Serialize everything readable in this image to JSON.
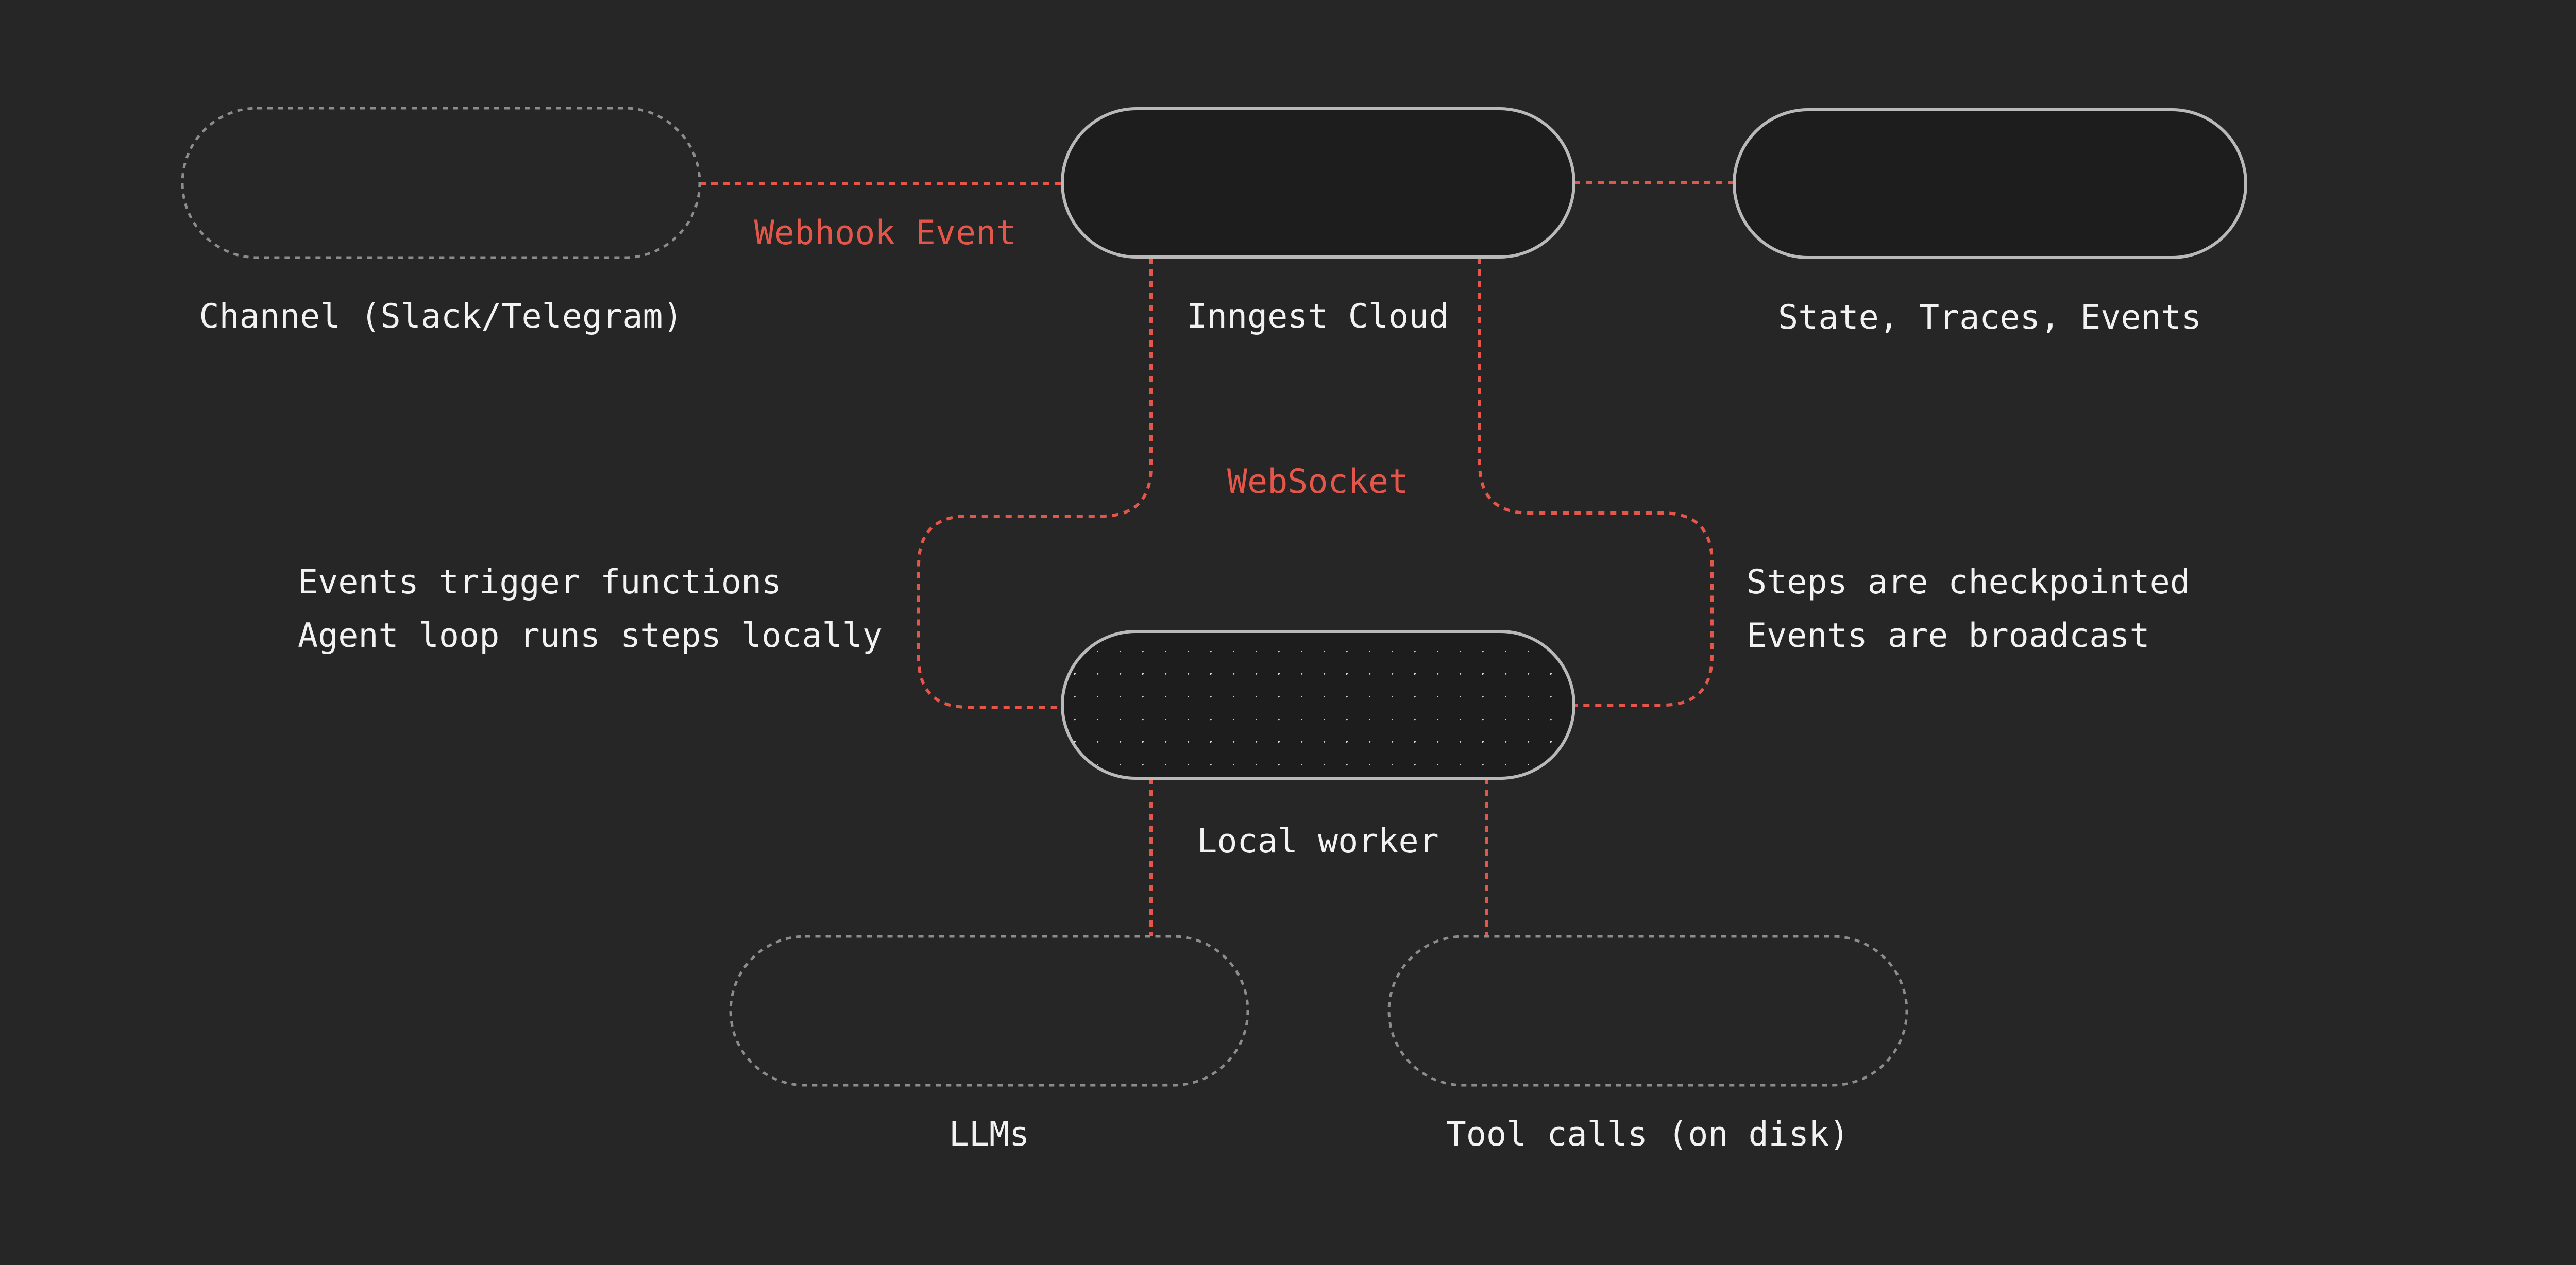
{
  "colors": {
    "background": "#262626",
    "node_fill": "#1d1d1d",
    "node_stroke": "#b9b9b9",
    "ghost_stroke": "#8c8c8c",
    "connector": "#e5564a",
    "text": "#f2f2f2"
  },
  "nodes": {
    "channel": {
      "label": "Channel (Slack/Telegram)",
      "style": "dashed"
    },
    "inngest_cloud": {
      "label": "Inngest Cloud",
      "style": "solid"
    },
    "state": {
      "label": "State, Traces, Events",
      "style": "solid"
    },
    "local_worker": {
      "label": "Local worker",
      "style": "solid-dotted-fill"
    },
    "llms": {
      "label": "LLMs",
      "style": "dashed"
    },
    "tool_calls": {
      "label": "Tool calls (on disk)",
      "style": "dashed"
    }
  },
  "edges": {
    "webhook_label": "Webhook Event",
    "websocket_label": "WebSocket"
  },
  "notes": {
    "left": [
      "Events trigger functions",
      "Agent loop runs steps locally"
    ],
    "right": [
      "Steps are checkpointed",
      "Events are broadcast"
    ]
  }
}
